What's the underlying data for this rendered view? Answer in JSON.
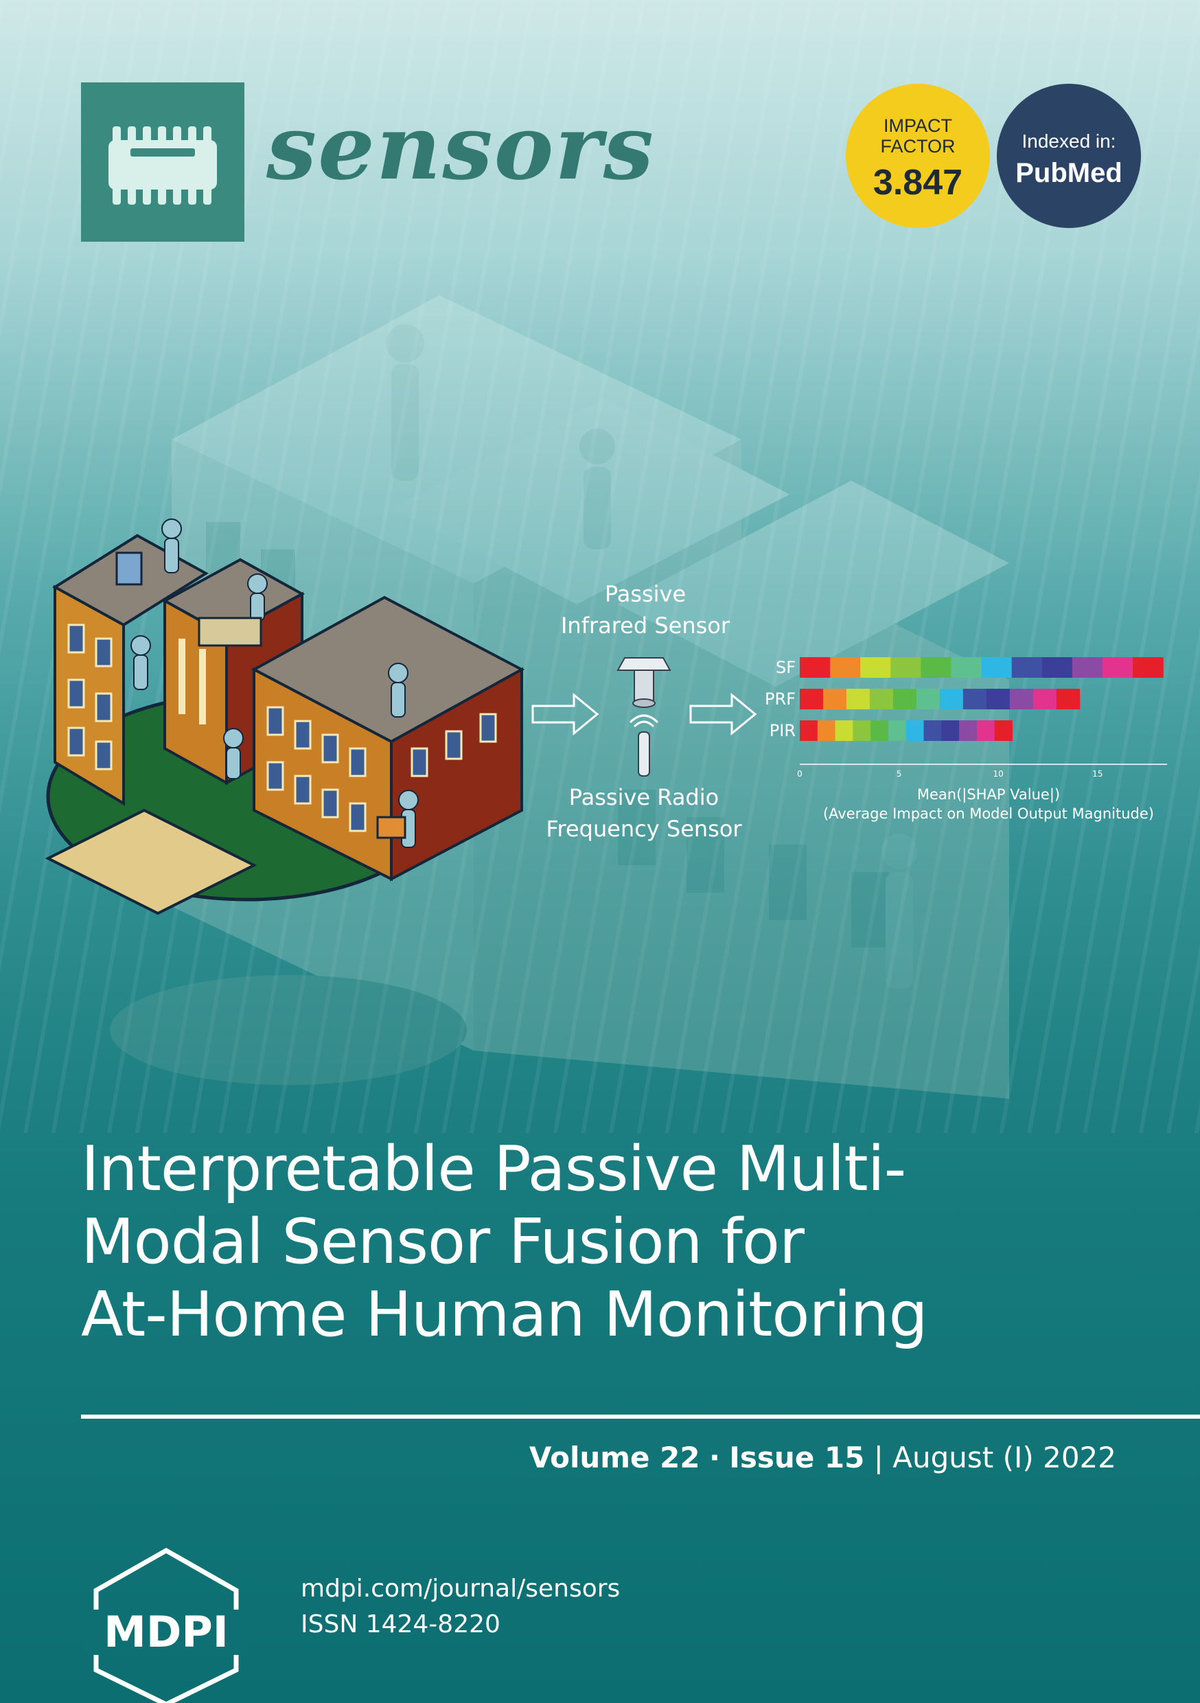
{
  "journal": {
    "name": "sensors"
  },
  "badges": {
    "impact_line1": "IMPACT",
    "impact_line2": "FACTOR",
    "impact_value": "3.847",
    "indexed_line1": "Indexed in:",
    "indexed_line2": "PubMed"
  },
  "figure": {
    "pir_label_line1": "Passive",
    "pir_label_line2": "Infrared Sensor",
    "prf_label_line1": "Passive Radio",
    "prf_label_line2": "Frequency Sensor",
    "xlabel_line1": "Mean(|SHAP Value|)",
    "xlabel_line2": "(Average Impact on Model Output Magnitude)"
  },
  "chart_data": {
    "type": "bar",
    "orientation": "horizontal",
    "stacked": true,
    "categories": [
      "SF",
      "PRF",
      "PIR"
    ],
    "values": [
      18.3,
      14.1,
      10.7
    ],
    "xlim": [
      0,
      18.5
    ],
    "xticks": [
      "0",
      "5",
      "10",
      "15"
    ],
    "xlabel": "Mean(|SHAP Value|)\n(Average Impact on Model Output Magnitude)",
    "segment_colors": [
      "#e8212b",
      "#f0892a",
      "#c8dc32",
      "#8cc63e",
      "#5bba46",
      "#5fc08f",
      "#2eb6e4",
      "#3f51a3",
      "#3c3f9a",
      "#8b4aa3",
      "#e2338f",
      "#e6202b"
    ]
  },
  "cover": {
    "title_line1": "Interpretable Passive Multi-",
    "title_line2": "Modal Sensor Fusion for",
    "title_line3": "At-Home Human Monitoring",
    "volume": "Volume 22",
    "issue_sep": "·",
    "issue": "Issue 15",
    "date_sep": "|",
    "date": "August (I) 2022"
  },
  "publisher": {
    "name": "MDPI",
    "url": "mdpi.com/journal/sensors",
    "issn": "ISSN 1424-8220"
  }
}
